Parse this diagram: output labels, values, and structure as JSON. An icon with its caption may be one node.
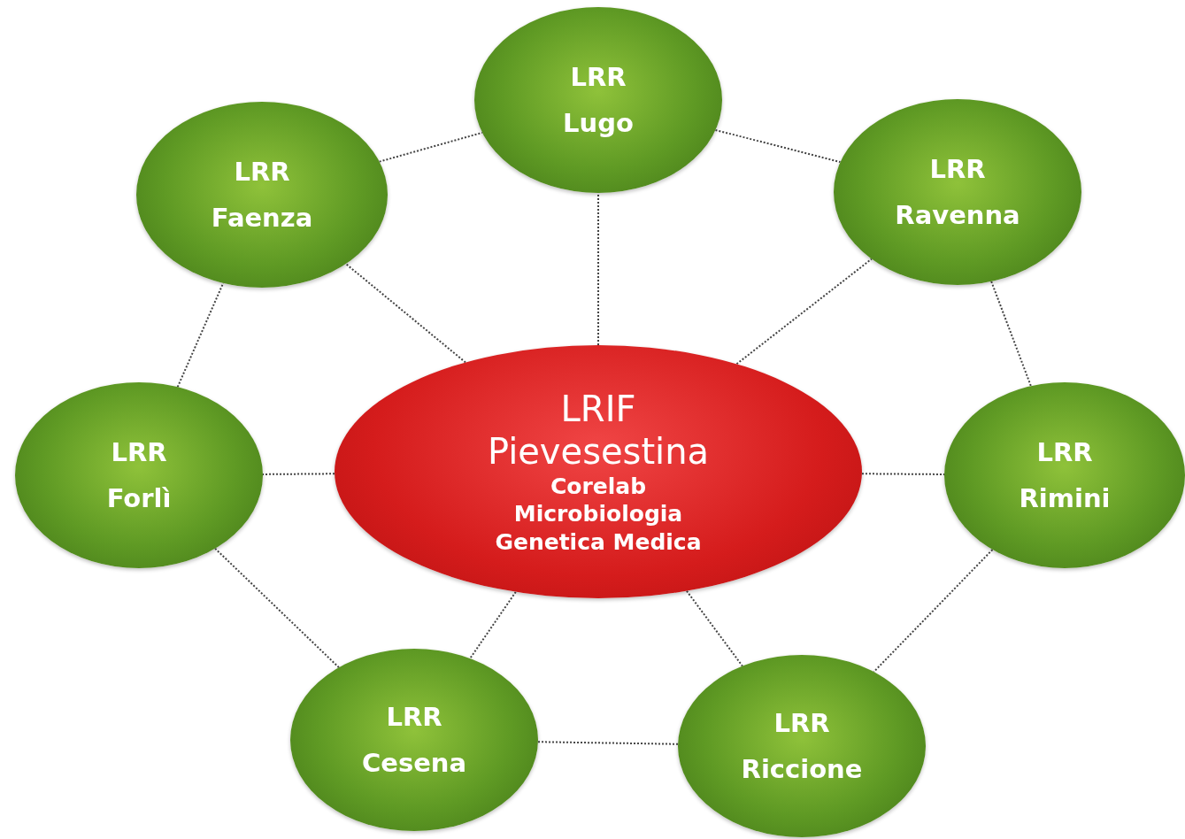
{
  "diagram": {
    "nodes": [
      {
        "text": [
          "LRIF",
          "Pievesestina",
          "Corelab",
          "Microbiologia",
          "Genetica Medica"
        ]
      },
      {
        "text": [
          "LRR",
          "Lugo"
        ]
      },
      {
        "text": [
          "LRR",
          "Ravenna"
        ]
      },
      {
        "text": [
          "LRR",
          "Rimini"
        ]
      },
      {
        "text": [
          "LRR",
          "Riccione"
        ]
      },
      {
        "text": [
          "LRR",
          "Cesena"
        ]
      },
      {
        "text": [
          "LRR",
          "Forlì"
        ]
      },
      {
        "text": [
          "LRR",
          "Faenza"
        ]
      }
    ],
    "edges": [
      {
        "from": 0,
        "to": 1,
        "arrow": "none"
      },
      {
        "from": 0,
        "to": 2,
        "arrow": "none"
      },
      {
        "from": 0,
        "to": 3,
        "arrow": "none"
      },
      {
        "from": 0,
        "to": 4,
        "arrow": "none"
      },
      {
        "from": 0,
        "to": 5,
        "arrow": "none"
      },
      {
        "from": 0,
        "to": 6,
        "arrow": "none"
      },
      {
        "from": 0,
        "to": 7,
        "arrow": "none"
      },
      {
        "from": 1,
        "to": 2,
        "arrow": "none"
      },
      {
        "from": 2,
        "to": 3,
        "arrow": "none"
      },
      {
        "from": 3,
        "to": 4,
        "arrow": "none"
      },
      {
        "from": 4,
        "to": 5,
        "arrow": "none"
      },
      {
        "from": 5,
        "to": 6,
        "arrow": "none"
      },
      {
        "from": 6,
        "to": 7,
        "arrow": "none"
      },
      {
        "from": 7,
        "to": 1,
        "arrow": "none"
      }
    ]
  }
}
